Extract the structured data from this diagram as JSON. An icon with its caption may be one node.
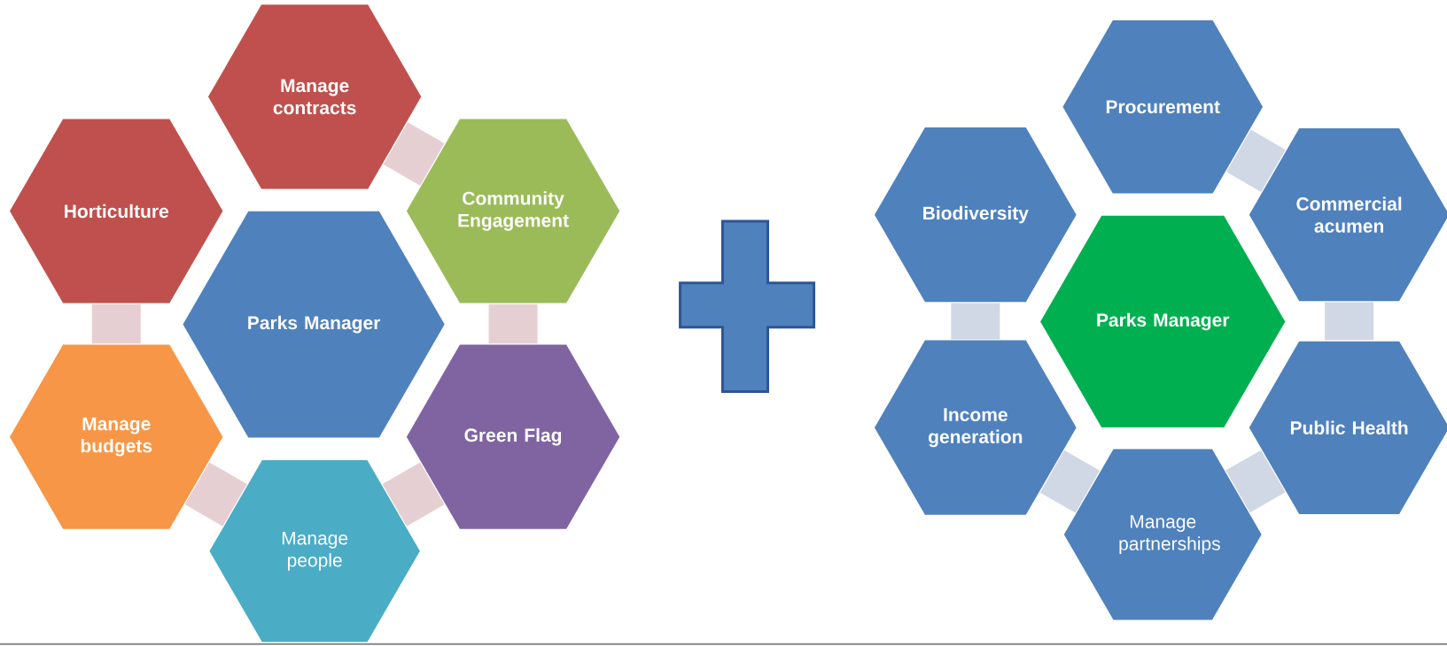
{
  "diagram": {
    "nodes": [
      {
        "text": [
          "Manage contracts"
        ]
      },
      {
        "text": [
          "Horticulture"
        ]
      },
      {
        "text": [
          "Community Engagement"
        ]
      },
      {
        "text": [
          "Parks Manager"
        ]
      },
      {
        "text": [
          "Manage budgets"
        ]
      },
      {
        "text": [
          "Green Flag"
        ]
      },
      {
        "text": [
          "Manage people"
        ]
      },
      {
        "text": [
          "Procurement"
        ]
      },
      {
        "text": [
          "Biodiversity"
        ]
      },
      {
        "text": [
          "Commercial acumen"
        ]
      },
      {
        "text": [
          "Parks Manager"
        ]
      },
      {
        "text": [
          "Income generation"
        ]
      },
      {
        "text": [
          "Public Health"
        ]
      },
      {
        "text": [
          "Manage partnerships"
        ]
      }
    ],
    "edges": [
      {
        "from": 0,
        "to": 2,
        "arrow": "none"
      },
      {
        "from": 2,
        "to": 5,
        "arrow": "none"
      },
      {
        "from": 5,
        "to": 6,
        "arrow": "none"
      },
      {
        "from": 6,
        "to": 4,
        "arrow": "none"
      },
      {
        "from": 4,
        "to": 1,
        "arrow": "none"
      },
      {
        "from": 7,
        "to": 9,
        "arrow": "none"
      },
      {
        "from": 9,
        "to": 12,
        "arrow": "none"
      },
      {
        "from": 12,
        "to": 13,
        "arrow": "none"
      },
      {
        "from": 13,
        "to": 11,
        "arrow": "none"
      },
      {
        "from": 11,
        "to": 8,
        "arrow": "none"
      }
    ]
  }
}
